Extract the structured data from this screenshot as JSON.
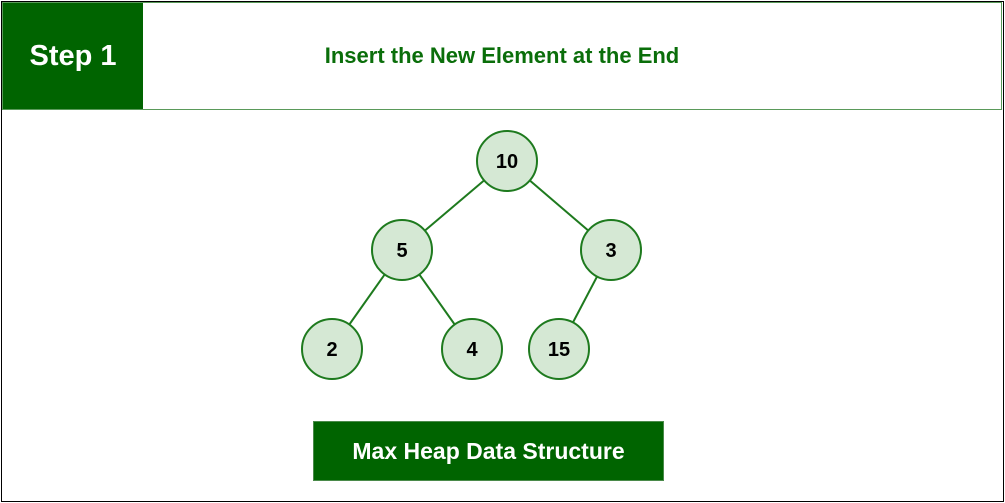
{
  "header": {
    "step_label": "Step 1",
    "title": "Insert the New Element at the End"
  },
  "heap": {
    "nodes": [
      {
        "id": "n10",
        "value": "10"
      },
      {
        "id": "n5",
        "value": "5"
      },
      {
        "id": "n3",
        "value": "3"
      },
      {
        "id": "n2",
        "value": "2"
      },
      {
        "id": "n4",
        "value": "4"
      },
      {
        "id": "n15",
        "value": "15"
      }
    ],
    "edges": [
      [
        "n10",
        "n5"
      ],
      [
        "n10",
        "n3"
      ],
      [
        "n5",
        "n2"
      ],
      [
        "n5",
        "n4"
      ],
      [
        "n3",
        "n15"
      ]
    ]
  },
  "footer": {
    "label": "Max Heap Data Structure"
  },
  "colors": {
    "brand": "#006400",
    "node_fill": "#d5e8d4",
    "node_stroke": "#1e7a1e"
  }
}
